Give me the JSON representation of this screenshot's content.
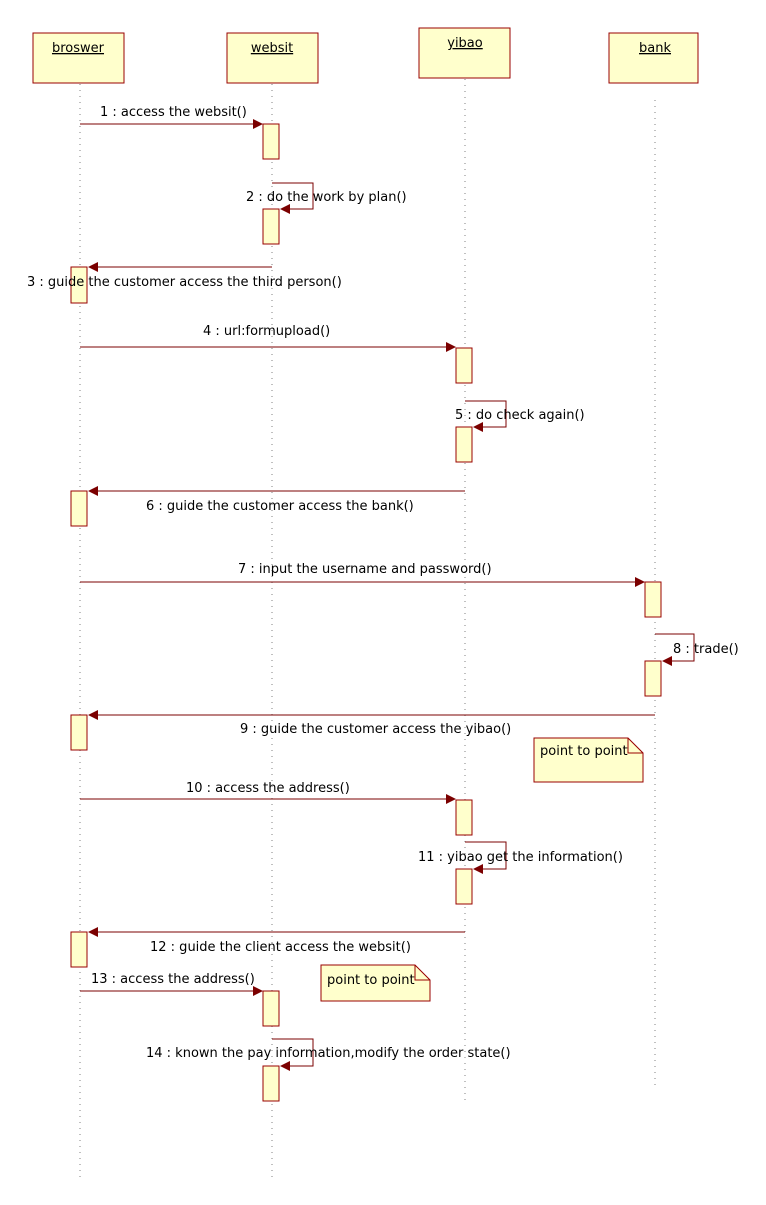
{
  "colors": {
    "box_fill": "#ffffcc",
    "box_stroke": "#990000",
    "message": "#7b0000",
    "lifeline": "#808080"
  },
  "objects": [
    "broswer",
    "websit",
    "yibao",
    "bank"
  ],
  "messages": [
    {
      "n": 1,
      "label": "1 : access the websit()",
      "from": "broswer",
      "to": "websit"
    },
    {
      "n": 2,
      "label": "2 : do the work by plan()",
      "from": "websit",
      "to": "websit"
    },
    {
      "n": 3,
      "label": "3 : guide the customer access the third person()",
      "from": "websit",
      "to": "broswer"
    },
    {
      "n": 4,
      "label": "4 : url:formupload()",
      "from": "broswer",
      "to": "yibao"
    },
    {
      "n": 5,
      "label": "5 : do check again()",
      "from": "yibao",
      "to": "yibao"
    },
    {
      "n": 6,
      "label": "6 : guide the customer access the bank()",
      "from": "yibao",
      "to": "broswer"
    },
    {
      "n": 7,
      "label": "7 : input the username and password()",
      "from": "broswer",
      "to": "bank"
    },
    {
      "n": 8,
      "label": "8 : trade()",
      "from": "bank",
      "to": "bank"
    },
    {
      "n": 9,
      "label": "9 : guide the customer access the yibao()",
      "from": "bank",
      "to": "broswer"
    },
    {
      "n": 10,
      "label": "10 : access the address()",
      "from": "broswer",
      "to": "yibao"
    },
    {
      "n": 11,
      "label": "11 : yibao get the information()",
      "from": "yibao",
      "to": "yibao"
    },
    {
      "n": 12,
      "label": "12 : guide the client access the websit()",
      "from": "yibao",
      "to": "broswer"
    },
    {
      "n": 13,
      "label": "13 : access the address()",
      "from": "broswer",
      "to": "websit"
    },
    {
      "n": 14,
      "label": "14 : known the pay information,modify the order state()",
      "from": "websit",
      "to": "websit"
    }
  ],
  "notes": [
    "point to point",
    "point to point"
  ]
}
